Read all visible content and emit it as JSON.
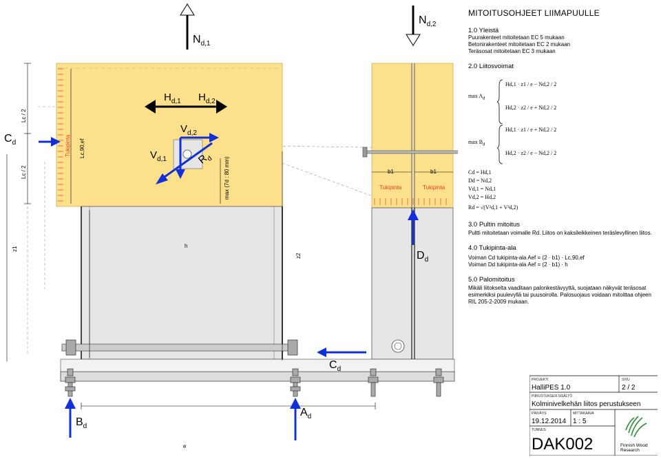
{
  "drawing": {
    "arrow_labels": {
      "n1": "N",
      "n1_sub": "d,1",
      "n2": "N",
      "n2_sub": "d,2",
      "hd1": "H",
      "hd1_sub": "d,1",
      "hd2": "H",
      "hd2_sub": "d,2",
      "vd2": "V",
      "vd2_sub": "d,2",
      "vd1": "V",
      "vd1_sub": "d,1",
      "rd": "R",
      "rd_sub": "d",
      "cd_left": "C",
      "cd_left_sub": "d",
      "dd": "D",
      "dd_sub": "d",
      "cd_right": "C",
      "cd_right_sub": "d",
      "ad": "A",
      "ad_sub": "d",
      "bd": "B",
      "bd_sub": "d"
    },
    "dims": {
      "lc_top": "Lc / 2",
      "lc_bottom": "Lc / 2",
      "tukipinta_vertical": "Tukipinta",
      "lc90": "Lc,90,ef",
      "max7d": "max (7d : 80 mm)",
      "b1_left": "b1",
      "b1_right": "b1",
      "tukipinta_left": "Tukipinta",
      "tukipinta_right": "Tukipinta",
      "z1": "z1",
      "h": "h",
      "z2": "z2",
      "e": "e"
    }
  },
  "panel": {
    "title": "MITOITUSOHJEET LIIMAPUULLE",
    "s1_heading": "1.0 Yleistä",
    "s1_lines": [
      "Puurakenteet mitoitetaan EC 5 mukaan",
      "Betonirakenteet mitoitetaan EC 2 mukaan",
      "Teräsosat mitoitetaan EC 3 mukaan"
    ],
    "s2_heading": "2.0 Liitosvoimat",
    "s3_heading": "3.0 Pultin mitoitus",
    "s3_text": "Pultti mitoitetaan voimalle Rd. Liitos on kaksileikkeinen teräslevyllinen liitos.",
    "s4_heading": "4.0 Tukipinta-ala",
    "s4_line1": "Voiman Cd tukipinta-ala Aef = (2 · b1) · Lc,90,ef",
    "s4_line2": "Voiman Dd tukipinta-ala Aef = (2 · b1) · h",
    "s5_heading": "5.0 Palomitoitus",
    "s5_text": "Mikäli liitokselta vaaditaan palonkestävyyttä, suojataan näkyvät teräsosat esimerkiksi puulevyllä tai puusoirolla. Palosuojaus voidaan mitoittaa ohjeen RIL 205-2-2009 mukaan."
  },
  "formulas": {
    "maxA": "max A",
    "maxA_sub": "d",
    "maxB": "max B",
    "maxB_sub": "d",
    "a1": "Hd,1 · z1 / e − Nd,2 / 2",
    "a2": "Hd,2 · z2 / e + Nd,2 / 2",
    "b1": "Hd,1 · z1 / e + Nd,2 / 2",
    "b2": "Hd,2 · z2 / e − Nd,2 / 2",
    "cd": "Cd = Hd,1",
    "dd": "Dd = Nd,2",
    "vd1": "Vd,1 = Nd,1",
    "vd2": "Vd,2 = Hd,2",
    "rd": "Rd = √(V²d,1 + V²d,2)"
  },
  "title_block": {
    "projekti_label": "PROJEKTI",
    "projekti": "HalliPES 1.0",
    "sivu_label": "SIVU",
    "sivu": "2 / 2",
    "sisalto_label": "PIIRUSTUKSEN SISÄLTÖ",
    "sisalto": "Kolminivelkehän liitos perustukseen",
    "pvm_label": "PÄIVÄYS",
    "pvm": "19.12.2014",
    "mittakaava_label": "MITTAKAAVA",
    "mittakaava": "1 : 5",
    "tunnus_label": "TUNNUS",
    "tunnus": "DAK002",
    "logo_line1": "Finnish Wood",
    "logo_line2": "Research"
  },
  "colors": {
    "wood": "#fde08c",
    "steel": "#e6e6e6",
    "force": "#1230d8",
    "tick": "#e8401c"
  }
}
